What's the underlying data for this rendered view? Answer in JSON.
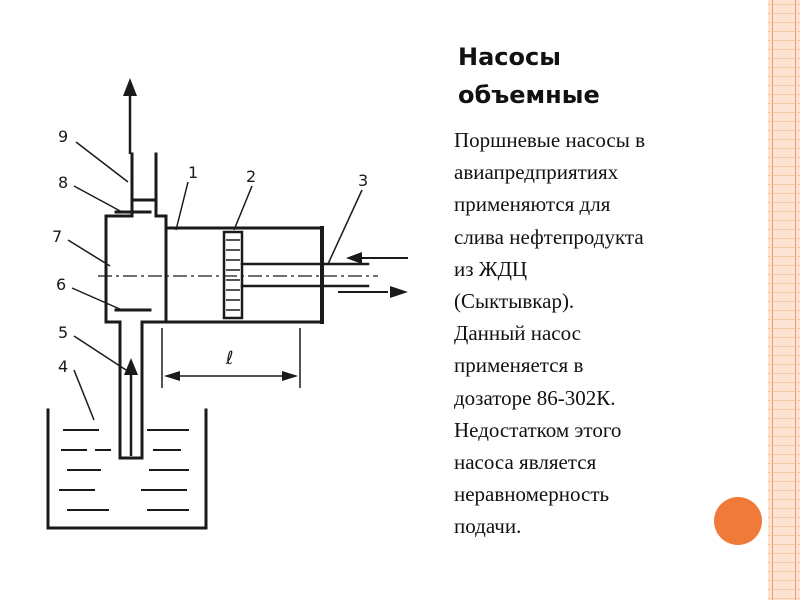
{
  "slide": {
    "title_line1": "Насосы",
    "title_line2": "объемные",
    "body": "Поршневые насосы в\nавиапредприятиях\nприменяются для\nслива нефтепродукта\nиз ЖДЦ\n(Сыктывкар).\nДанный насос\nприменяется в\nдозаторе 86-302К.\nНедостатком этого\nнасоса является\nнеравномерность\nподачи."
  },
  "diagram": {
    "labels": {
      "n1": "1",
      "n2": "2",
      "n3": "3",
      "n4": "4",
      "n5": "5",
      "n6": "6",
      "n7": "7",
      "n8": "8",
      "n9": "9",
      "stroke": "ℓ"
    }
  },
  "colors": {
    "ink": "#1a1a1a",
    "accent": "#f07a3a",
    "edge_band": "#fde4d2"
  }
}
